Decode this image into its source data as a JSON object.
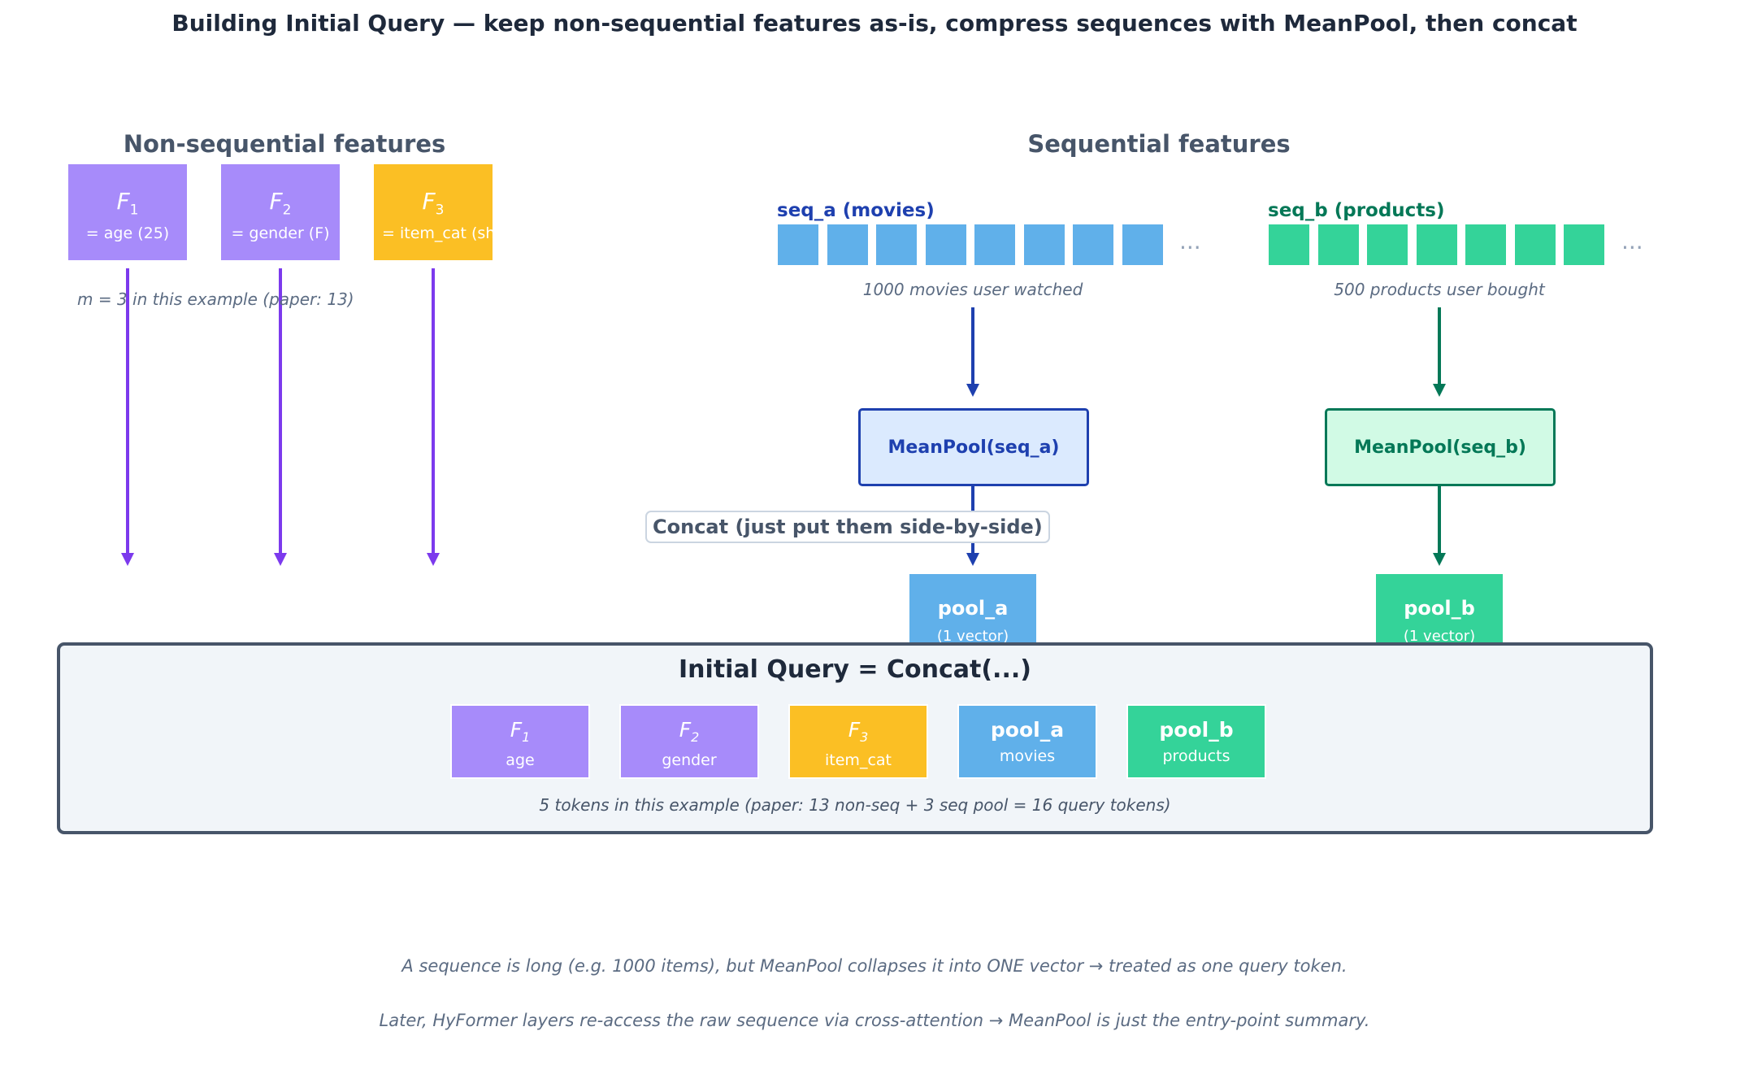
{
  "title": "Building Initial Query — keep non-sequential features as-is, compress sequences with MeanPool, then concat",
  "non_seq": {
    "heading": "Non-sequential features",
    "features": [
      {
        "symbol": "F",
        "index": "1",
        "desc": "= age (25)",
        "color": "#a78bfa"
      },
      {
        "symbol": "F",
        "index": "2",
        "desc": "= gender (F)",
        "color": "#a78bfa"
      },
      {
        "symbol": "F",
        "index": "3",
        "desc": "= item_cat (shoes)",
        "color": "#fbbf24"
      }
    ],
    "note": "m = 3 in this example  (paper: 13)",
    "arrow_color": "#7c3aed"
  },
  "seq": {
    "heading": "Sequential features",
    "a": {
      "label": "seq_a (movies)",
      "caption": "1000 movies user watched",
      "meanpool": "MeanPool(seq_a)",
      "pool_name": "pool_a",
      "pool_sub": "(1 vector)",
      "color": "#1e40af",
      "cell_color": "#60b0ea",
      "box_bg": "#dbeafe"
    },
    "b": {
      "label": "seq_b (products)",
      "caption": "500 products user bought",
      "meanpool": "MeanPool(seq_b)",
      "pool_name": "pool_b",
      "pool_sub": "(1 vector)",
      "color": "#047857",
      "cell_color": "#34d399",
      "box_bg": "#d1fae5"
    },
    "ellipsis": "..."
  },
  "concat_label": "Concat  (just put them side-by-side)",
  "initial_query": {
    "title": "Initial Query  =  Concat(...)",
    "tokens": [
      {
        "label": "F",
        "index": "1",
        "sub": "age",
        "color": "#a78bfa"
      },
      {
        "label": "F",
        "index": "2",
        "sub": "gender",
        "color": "#a78bfa"
      },
      {
        "label": "F",
        "index": "3",
        "sub": "item_cat",
        "color": "#fbbf24"
      },
      {
        "label": "pool_a",
        "sub": "movies",
        "color": "#60b0ea"
      },
      {
        "label": "pool_b",
        "sub": "products",
        "color": "#34d399"
      }
    ],
    "note": "5 tokens in this example  (paper: 13 non-seq + 3 seq pool = 16 query tokens)"
  },
  "footer": [
    "A sequence is long (e.g. 1000 items), but MeanPool collapses it into ONE vector → treated as one query token.",
    "Later, HyFormer layers re-access the raw sequence via cross-attention → MeanPool is just the entry-point summary."
  ]
}
